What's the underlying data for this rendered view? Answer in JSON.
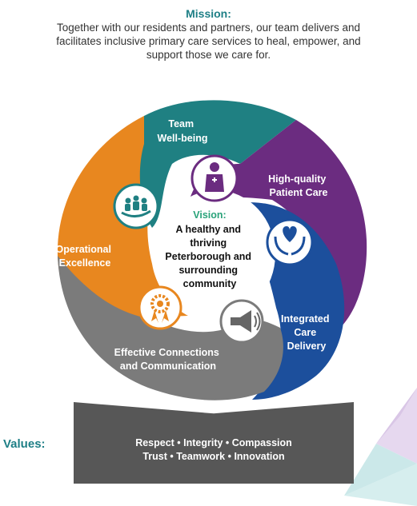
{
  "mission": {
    "title": "Mission:",
    "text": "Together with our residents and partners, our team delivers and facilitates inclusive primary care services to heal, empower, and support those we care for."
  },
  "vision": {
    "title": "Vision:",
    "lines": [
      "A healthy and",
      "thriving",
      "Peterborough and",
      "surrounding",
      "community"
    ]
  },
  "segments": [
    {
      "lines": [
        "Team",
        "Well-being"
      ],
      "color": "#1f8082",
      "icon": "hands-people-icon"
    },
    {
      "lines": [
        "High-quality",
        "Patient Care"
      ],
      "color": "#6b2c80",
      "icon": "doctor-icon"
    },
    {
      "lines": [
        "Integrated",
        "Care",
        "Delivery"
      ],
      "color": "#1c4f9c",
      "icon": "heart-hands-icon"
    },
    {
      "lines": [
        "Effective Connections",
        "and Communication"
      ],
      "color": "#7b7b7b",
      "icon": "megaphone-icon"
    },
    {
      "lines": [
        "Operational",
        "Excellence"
      ],
      "color": "#e8871f",
      "icon": "award-ribbon-icon"
    }
  ],
  "values": {
    "label": "Values:",
    "line1": "Respect • Integrity • Compassion",
    "line2": "Trust • Teamwork • Innovation"
  }
}
